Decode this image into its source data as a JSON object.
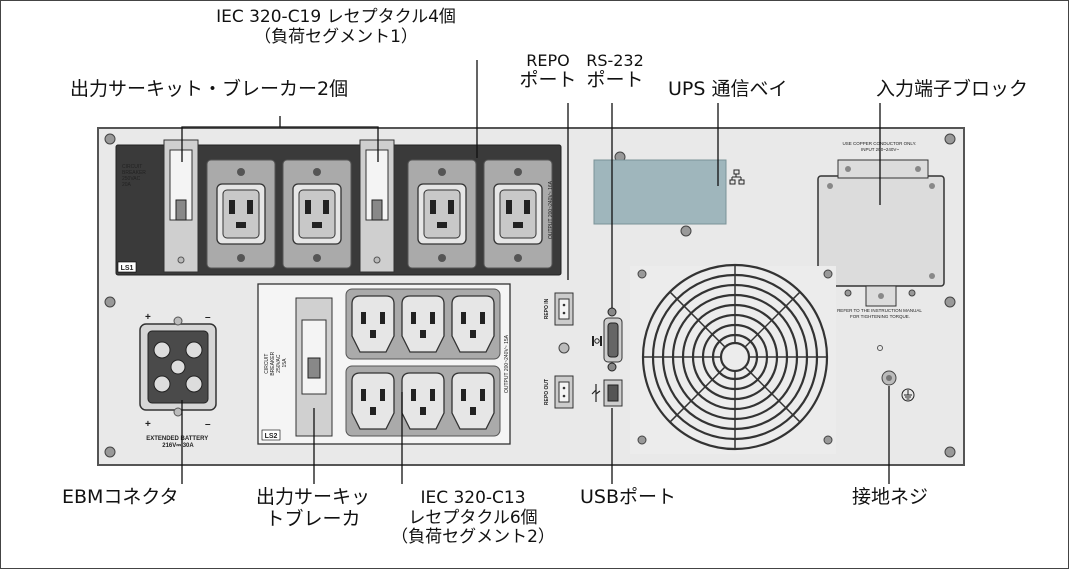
{
  "callouts": {
    "iec_c19": {
      "line1": "IEC 320-C19 レセプタクル4個",
      "line2": "（負荷セグメント1）"
    },
    "output_breaker_2": "出力サーキット・ブレーカー2個",
    "repo_port": {
      "line1": "REPO",
      "line2": "ポート"
    },
    "rs232_port": {
      "line1": "RS-232",
      "line2": "ポート"
    },
    "ups_comm_bay": "UPS 通信ベイ",
    "input_terminal_block": "入力端子ブロック",
    "ebm_connector": "EBMコネクタ",
    "output_breaker": {
      "line1": "出力サーキッ",
      "line2": "トブレーカ"
    },
    "iec_c13": {
      "line1": "IEC 320-C13",
      "line2": "レセプタクル6個",
      "line3": "（負荷セグメント2）"
    },
    "usb_port": "USBポート",
    "ground_screw": "接地ネジ"
  },
  "panel": {
    "ls1": "LS1",
    "ls2": "LS2",
    "cb_top": [
      "CIRCUIT",
      "BREAKER",
      "250VAC",
      "20A"
    ],
    "cb_bottom": [
      "CIRCUIT",
      "BREAKER",
      "250VAC",
      "15A"
    ],
    "output_c19": "OUTPUT 200~240V~ 16A",
    "output_c13": "OUTPUT 200~240V~ 15A",
    "repo_in": "REPO IN",
    "repo_out": "REPO OUT",
    "copper_note": [
      "USE COPPER CONDUCTOR ONLY.",
      "INPUT 200~240V~"
    ],
    "torque_note": [
      "REFER TO THE INSTRUCTION MANUAL",
      "FOR TIGHTENING TORQUE."
    ],
    "extended_battery": [
      "EXTENDED BATTERY",
      "216V⎓ 30A"
    ],
    "plus": "+",
    "minus": "–"
  },
  "colors": {
    "panel": "#e9e9e9",
    "dark_panel": "#3a3a3a",
    "outlet_box": "#aaaaaa",
    "comm_bay": "#9fb6bc",
    "line": "#111111"
  }
}
